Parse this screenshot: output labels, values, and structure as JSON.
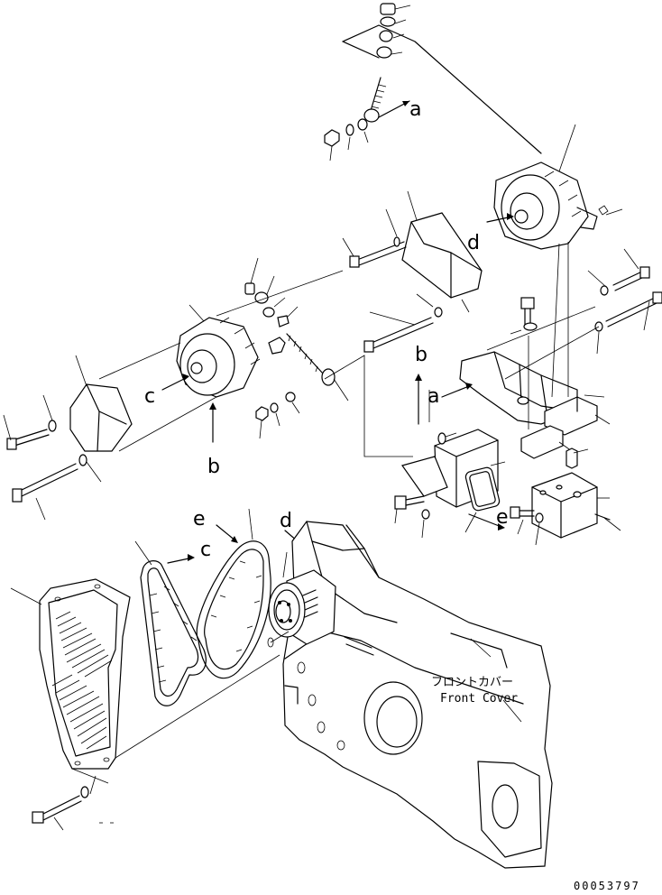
{
  "callouts": {
    "a": "a",
    "b": "b",
    "c": "c",
    "d": "d",
    "e": "e"
  },
  "front_cover": {
    "jp": "フロントカバー",
    "en": "Front Cover"
  },
  "drawing_number": "00053797"
}
